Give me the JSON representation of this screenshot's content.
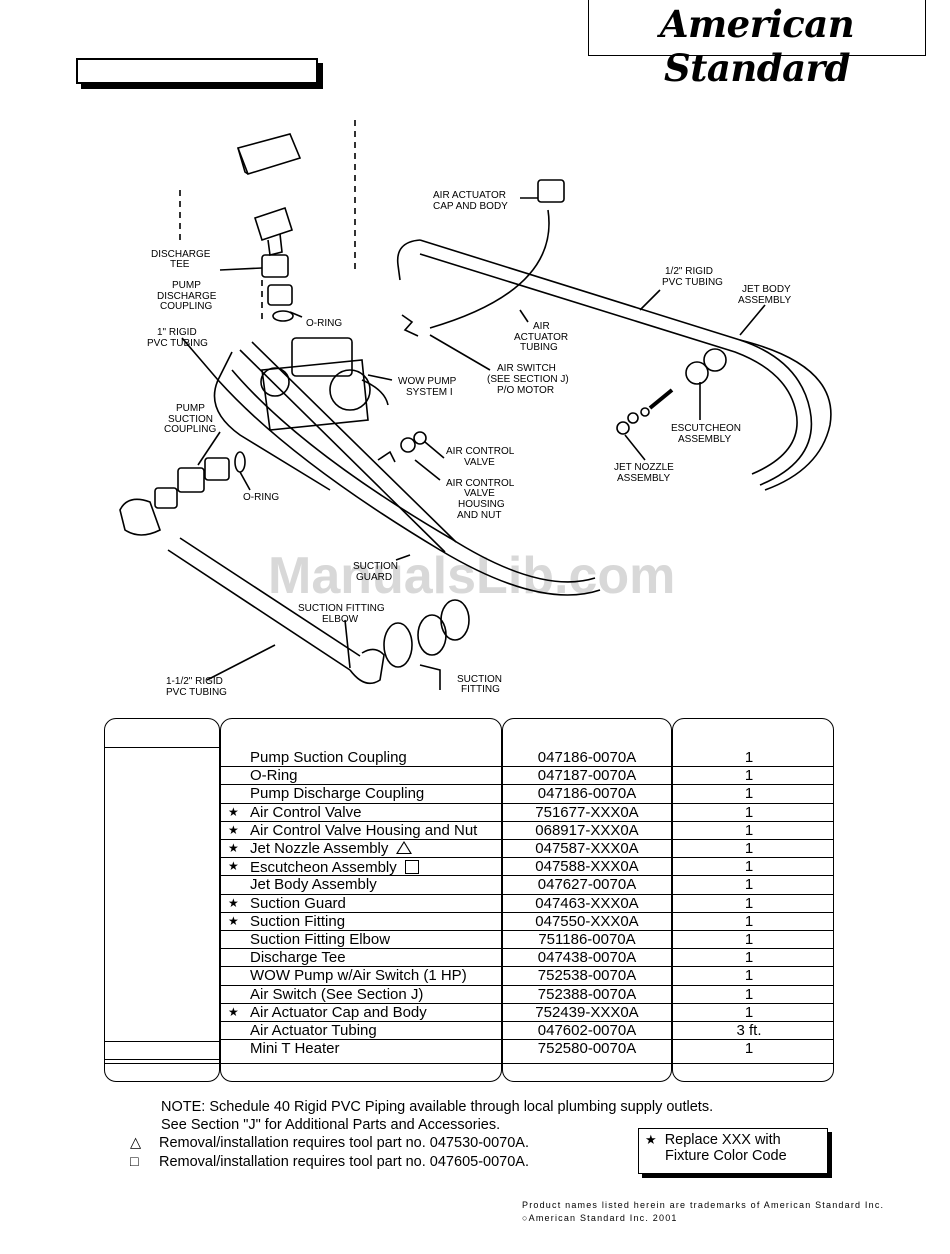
{
  "brand": {
    "logo_text": "American Standard"
  },
  "diagram": {
    "labels": {
      "air_actuator_cap_1": "AIR ACTUATOR",
      "air_actuator_cap_2": "CAP AND BODY",
      "discharge_tee_1": "DISCHARGE",
      "discharge_tee_2": "TEE",
      "pump_discharge_1": "PUMP",
      "pump_discharge_2": "DISCHARGE",
      "pump_discharge_3": "COUPLING",
      "rigid_1in_1": "1\" RIGID",
      "rigid_1in_2": "PVC TUBING",
      "oring_top": "O-RING",
      "rigid_half_1": "1/2\" RIGID",
      "rigid_half_2": "PVC TUBING",
      "jet_body_1": "JET BODY",
      "jet_body_2": "ASSEMBLY",
      "air_act_tubing_1": "AIR",
      "air_act_tubing_2": "ACTUATOR",
      "air_act_tubing_3": "TUBING",
      "air_switch_1": "AIR SWITCH",
      "air_switch_2": "(SEE SECTION J)",
      "air_switch_3": "P/O MOTOR",
      "wow_pump_1": "WOW PUMP",
      "wow_pump_2": "SYSTEM I",
      "pump_suction_1": "PUMP",
      "pump_suction_2": "SUCTION",
      "pump_suction_3": "COUPLING",
      "escutcheon_1": "ESCUTCHEON",
      "escutcheon_2": "ASSEMBLY",
      "air_control_1": "AIR CONTROL",
      "air_control_2": "VALVE",
      "acv_housing_1": "AIR CONTROL",
      "acv_housing_2": "VALVE",
      "acv_housing_3": "HOUSING",
      "acv_housing_4": "AND NUT",
      "jet_nozzle_1": "JET NOZZLE",
      "jet_nozzle_2": "ASSEMBLY",
      "oring_bottom": "O-RING",
      "suction_guard_1": "SUCTION",
      "suction_guard_2": "GUARD",
      "suction_elbow_1": "SUCTION FITTING",
      "suction_elbow_2": "ELBOW",
      "rigid_112_1": "1-1/2\" RIGID",
      "rigid_112_2": "PVC TUBING",
      "suction_fitting_1": "SUCTION",
      "suction_fitting_2": "FITTING"
    },
    "watermark": "ManualsLib.com"
  },
  "parts": [
    {
      "star": false,
      "mark": "",
      "name": "Pump Suction Coupling",
      "part": "047186-0070A",
      "qty": "1"
    },
    {
      "star": false,
      "mark": "",
      "name": "O-Ring",
      "part": "047187-0070A",
      "qty": "1"
    },
    {
      "star": false,
      "mark": "",
      "name": "Pump Discharge Coupling",
      "part": "047186-0070A",
      "qty": "1"
    },
    {
      "star": true,
      "mark": "",
      "name": "Air Control Valve",
      "part": "751677-XXX0A",
      "qty": "1"
    },
    {
      "star": true,
      "mark": "",
      "name": "Air Control Valve Housing and Nut",
      "part": "068917-XXX0A",
      "qty": "1"
    },
    {
      "star": true,
      "mark": "triangle",
      "name": "Jet Nozzle Assembly",
      "part": "047587-XXX0A",
      "qty": "1"
    },
    {
      "star": true,
      "mark": "square",
      "name": "Escutcheon Assembly",
      "part": "047588-XXX0A",
      "qty": "1"
    },
    {
      "star": false,
      "mark": "",
      "name": "Jet Body Assembly",
      "part": "047627-0070A",
      "qty": "1"
    },
    {
      "star": true,
      "mark": "",
      "name": "Suction Guard",
      "part": "047463-XXX0A",
      "qty": "1"
    },
    {
      "star": true,
      "mark": "",
      "name": "Suction Fitting",
      "part": "047550-XXX0A",
      "qty": "1"
    },
    {
      "star": false,
      "mark": "",
      "name": "Suction Fitting Elbow",
      "part": "751186-0070A",
      "qty": "1"
    },
    {
      "star": false,
      "mark": "",
      "name": "Discharge Tee",
      "part": "047438-0070A",
      "qty": "1"
    },
    {
      "star": false,
      "mark": "",
      "name": "WOW Pump w/Air Switch (1 HP)",
      "part": "752538-0070A",
      "qty": "1"
    },
    {
      "star": false,
      "mark": "",
      "name": "Air Switch (See Section J)",
      "part": "752388-0070A",
      "qty": "1"
    },
    {
      "star": true,
      "mark": "",
      "name": "Air Actuator Cap and Body",
      "part": "752439-XXX0A",
      "qty": "1"
    },
    {
      "star": false,
      "mark": "",
      "name": "Air Actuator Tubing",
      "part": "047602-0070A",
      "qty": "3 ft."
    },
    {
      "star": false,
      "mark": "",
      "name": "Mini T Heater",
      "part": "752580-0070A",
      "qty": "1"
    }
  ],
  "symbols": {
    "star": "★",
    "triangle": "△",
    "square": "□"
  },
  "notes": {
    "line1": "NOTE:  Schedule 40 Rigid PVC Piping available through local plumbing supply outlets.",
    "line2": "See Section \"J\" for Additional Parts and Accessories.",
    "line3": "Removal/installation requires tool part no. 047530-0070A.",
    "line4": "Removal/installation requires tool part no. 047605-0070A."
  },
  "legend": {
    "line1": "Replace XXX with",
    "line2": "Fixture Color Code"
  },
  "footer": {
    "line1": "Product names listed herein are trademarks of American Standard Inc.",
    "line2": "American Standard Inc. 2001"
  }
}
